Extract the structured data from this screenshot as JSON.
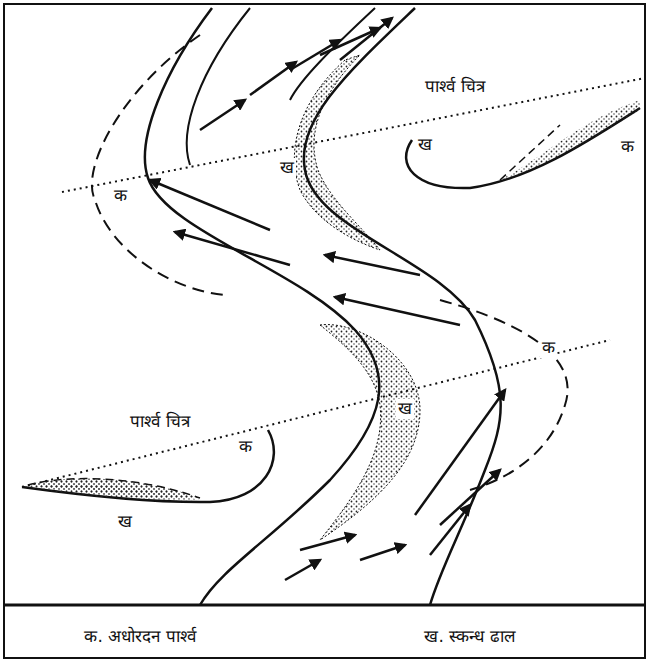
{
  "diagram": {
    "labels": [
      "पार्श्व चित्र",
      "ख",
      "क",
      "ख",
      "क",
      "क",
      "ख",
      "पार्श्व चित्र",
      "क",
      "ख",
      "क. अधोरदन पार्श्व",
      "ख. स्कन्ध ढाल"
    ]
  }
}
